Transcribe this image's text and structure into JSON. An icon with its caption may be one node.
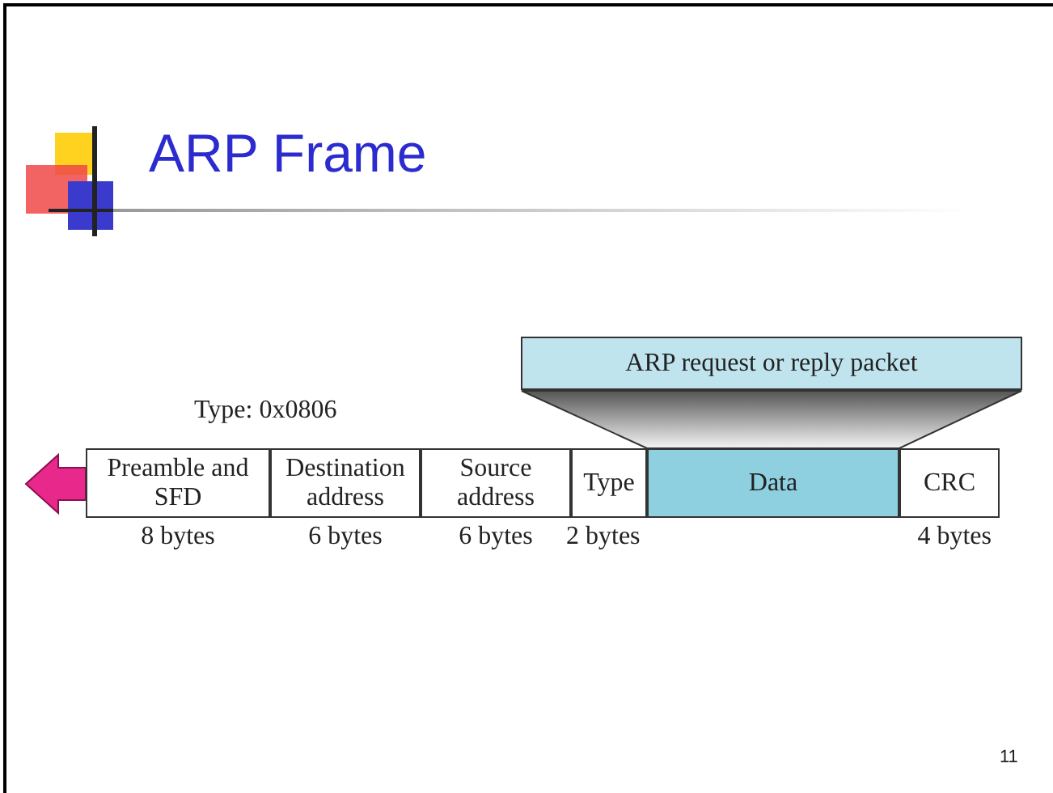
{
  "diagram": {
    "title": "ARP Frame",
    "nodes": [
      {
        "text": [
          "ARP request or reply packet"
        ]
      },
      {
        "text": [],
        "shape": "trapezoid"
      },
      {
        "text": [
          "Preamble and SFD"
        ],
        "beside": [
          "8 bytes"
        ]
      },
      {
        "text": [
          "Destination address"
        ],
        "beside": [
          "6 bytes"
        ]
      },
      {
        "text": [
          "Source address"
        ],
        "beside": [
          "6 bytes"
        ]
      },
      {
        "text": [
          "Type"
        ],
        "beside": [
          "2 bytes"
        ]
      },
      {
        "text": [
          "Data"
        ]
      },
      {
        "text": [
          "CRC"
        ],
        "beside": [
          "4 bytes"
        ]
      }
    ],
    "edges": [],
    "labels": [
      "Type: 0x0806",
      "11"
    ]
  }
}
